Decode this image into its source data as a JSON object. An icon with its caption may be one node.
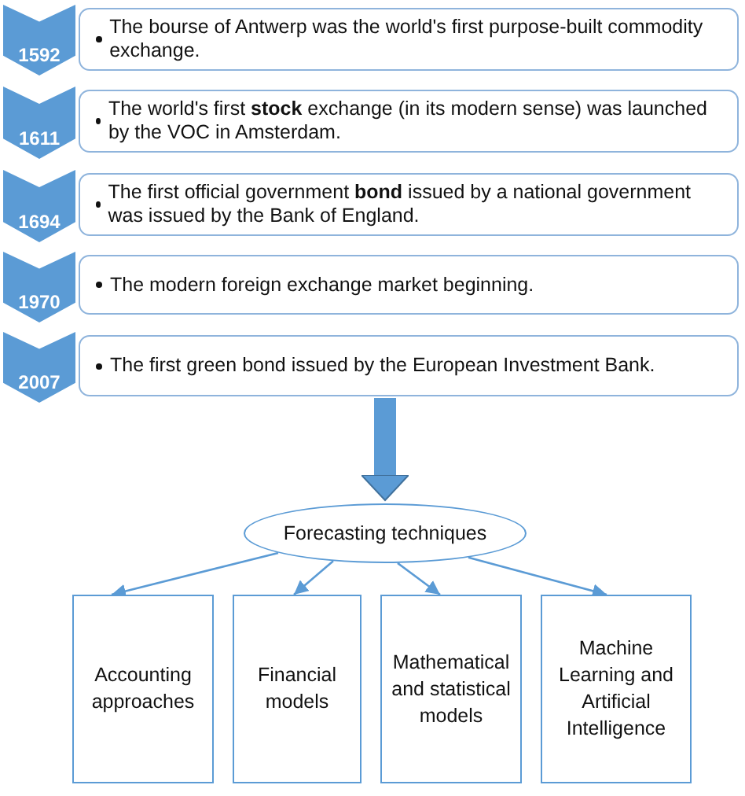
{
  "diagram": {
    "nodes": [
      {
        "text": [
          "1592"
        ]
      },
      {
        "text": [
          "The bourse of Antwerp was the world's first purpose-built commodity exchange."
        ]
      },
      {
        "text": [
          "1611"
        ]
      },
      {
        "text": [
          "The world's first **stock** exchange (in its modern sense) was launched by the VOC in Amsterdam."
        ]
      },
      {
        "text": [
          "1694"
        ]
      },
      {
        "text": [
          "The first official government **bond** issued by a national government was issued by the Bank of England."
        ]
      },
      {
        "text": [
          "1970"
        ]
      },
      {
        "text": [
          "The modern foreign exchange market beginning."
        ]
      },
      {
        "text": [
          "2007"
        ]
      },
      {
        "text": [
          "The first green bond issued by the European Investment Bank."
        ]
      },
      {
        "text": [
          "Forecasting techniques"
        ]
      },
      {
        "text": [
          "Accounting approaches"
        ]
      },
      {
        "text": [
          "Financial models"
        ]
      },
      {
        "text": [
          "Mathematical and statistical models"
        ]
      },
      {
        "text": [
          "Machine Learning and Artificial Intelligence"
        ]
      }
    ],
    "edges": [
      {
        "from": 9,
        "to": 10,
        "arrow": "to",
        "style": "thick"
      },
      {
        "from": 10,
        "to": 11,
        "arrow": "to"
      },
      {
        "from": 10,
        "to": 12,
        "arrow": "to"
      },
      {
        "from": 10,
        "to": 13,
        "arrow": "to"
      },
      {
        "from": 10,
        "to": 14,
        "arrow": "to"
      }
    ]
  }
}
